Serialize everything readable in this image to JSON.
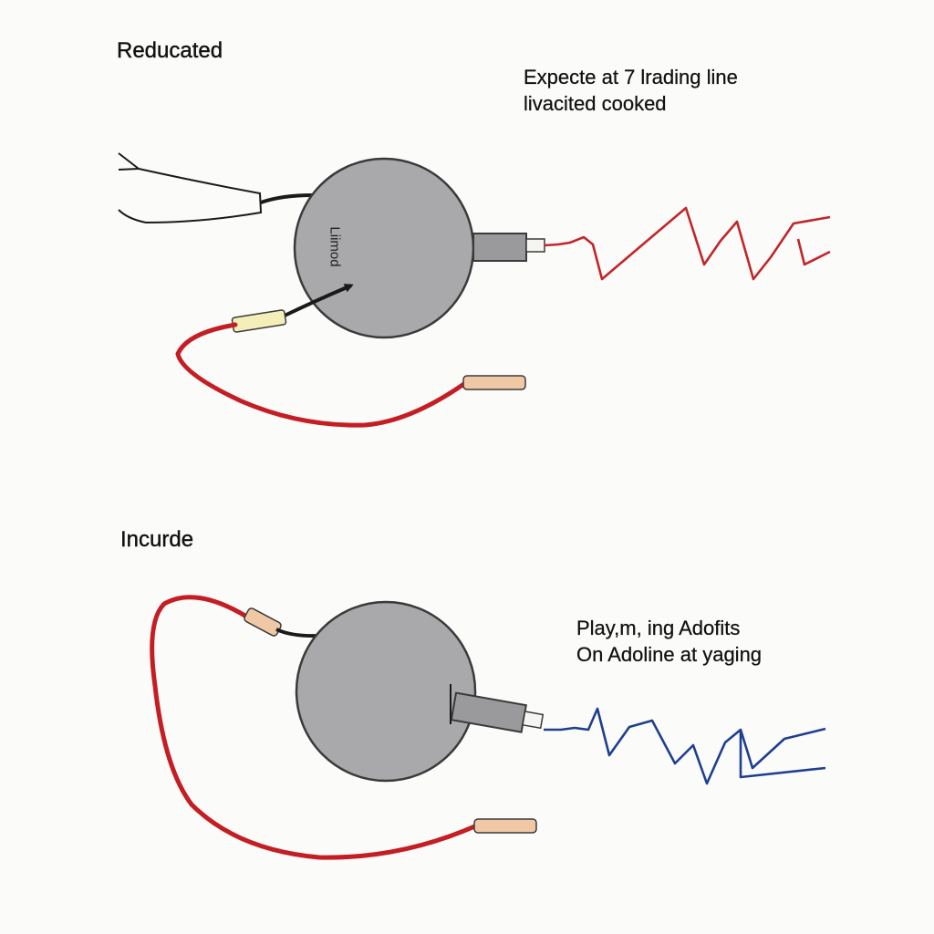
{
  "top_panel": {
    "heading": "Reducated",
    "note_lines": [
      "Expecte at 7 lrading line",
      "livacited cooked"
    ],
    "disc_label": "Liimod",
    "signal_color": "#c0262b"
  },
  "bottom_panel": {
    "heading": "Incurde",
    "note_lines": [
      "Play,m, ing Adofits",
      "On Adoline at yaging"
    ],
    "signal_color": "#1f3f8f"
  },
  "colors": {
    "disc_fill": "#a9a9ab",
    "disc_stroke": "#3a3a3a",
    "cable_red": "#c41e24",
    "wire_black": "#1a1a1a",
    "sleeve_yellow": "#f4efb8",
    "sleeve_tan": "#f1c8a6"
  }
}
